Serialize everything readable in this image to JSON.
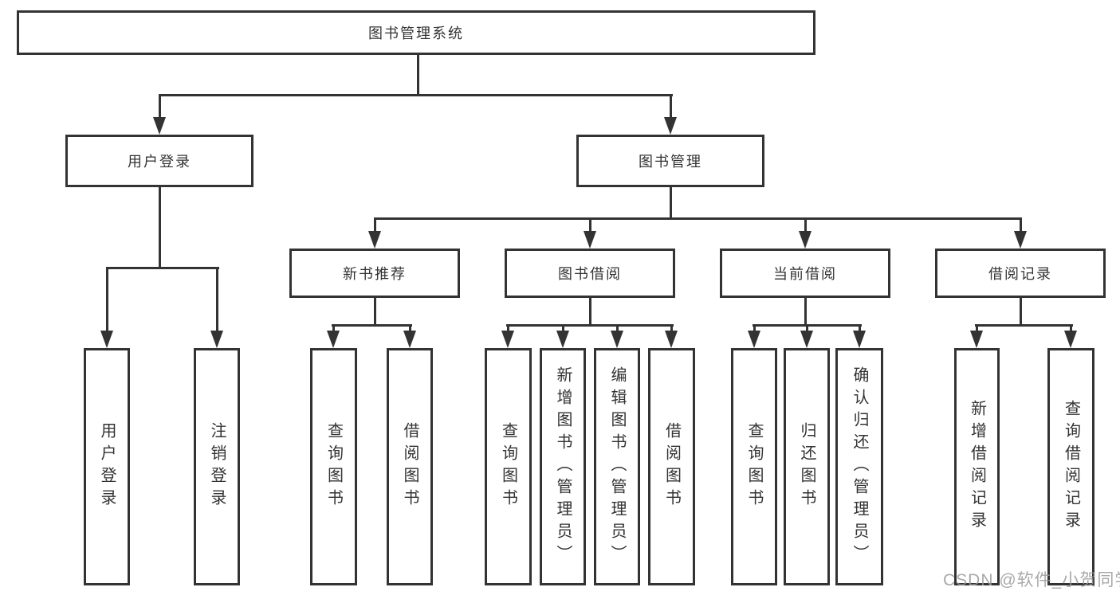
{
  "tree": {
    "root": "图书管理系统",
    "branches": [
      {
        "label": "用户登录",
        "children": [
          "用户登录",
          "注销登录"
        ]
      },
      {
        "label": "图书管理",
        "groups": [
          {
            "label": "新书推荐",
            "children": [
              "查询图书",
              "借阅图书"
            ]
          },
          {
            "label": "图书借阅",
            "children": [
              "查询图书",
              "新增图书（管理员）",
              "编辑图书（管理员）",
              "借阅图书"
            ]
          },
          {
            "label": "当前借阅",
            "children": [
              "查询图书",
              "归还图书",
              "确认归还（管理员）"
            ]
          },
          {
            "label": "借阅记录",
            "children": [
              "新增借阅记录",
              "查询借阅记录"
            ]
          }
        ]
      }
    ]
  },
  "watermark": {
    "text": "CSDN @软件_小贺同学"
  },
  "colors": {
    "line": "#333333",
    "text": "#333333",
    "watermark": "#9b9b9b",
    "background": "#ffffff"
  }
}
